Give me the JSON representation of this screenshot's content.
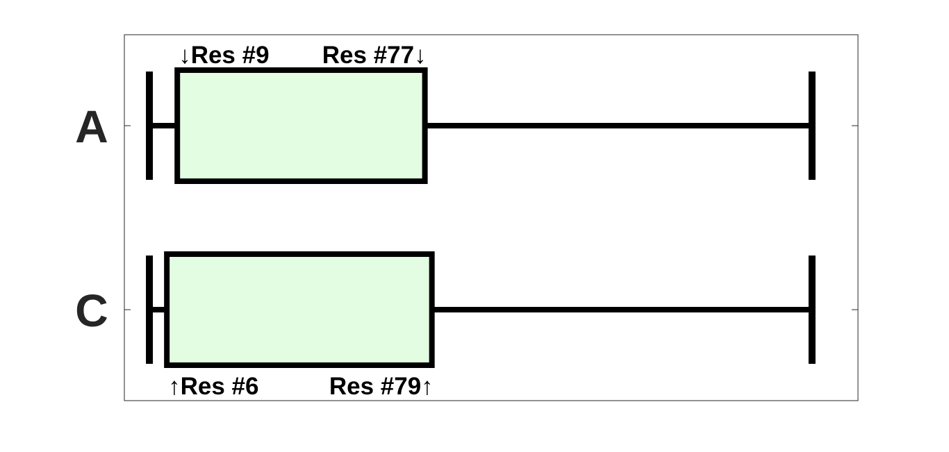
{
  "chart_data": {
    "type": "boxplot",
    "orientation": "horizontal",
    "categories": [
      "A",
      "C"
    ],
    "xlim": [
      0,
      100
    ],
    "grid": false,
    "legend": "none",
    "boxes": [
      {
        "category": "A",
        "whisker_low": 1,
        "q1": 5,
        "q3": 40.5,
        "whisker_high": 96,
        "annotations": [
          {
            "text": "Res #9",
            "arrow": "↓",
            "arrow_side": "left",
            "placement": "above"
          },
          {
            "text": "Res #77",
            "arrow": "↓",
            "arrow_side": "right",
            "placement": "above"
          }
        ]
      },
      {
        "category": "C",
        "whisker_low": 1,
        "q1": 3.5,
        "q3": 41.5,
        "whisker_high": 96,
        "annotations": [
          {
            "text": "Res #6",
            "arrow": "↑",
            "arrow_side": "left",
            "placement": "below"
          },
          {
            "text": "Res #79",
            "arrow": "↑",
            "arrow_side": "right",
            "placement": "below"
          }
        ]
      }
    ],
    "colors": {
      "box_fill": "#e3fde3",
      "stroke": "#000000",
      "category_label": "#262626",
      "frame": "#262626"
    }
  }
}
